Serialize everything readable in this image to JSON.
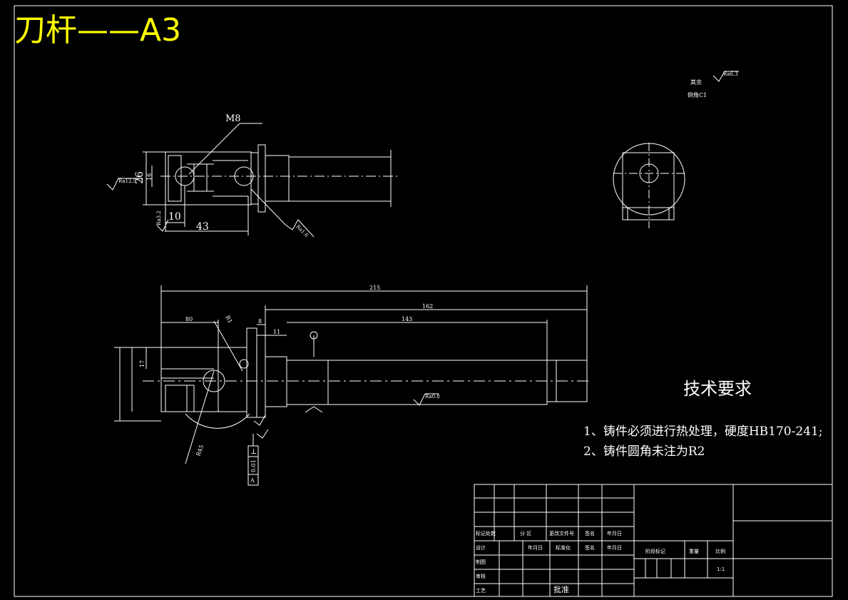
{
  "title": "刀杆——A3",
  "dims": {
    "m8": "M8",
    "d26": "26",
    "d16": "16",
    "d10": "10",
    "d43": "43",
    "d215": "215",
    "d162": "162",
    "d143": "143",
    "d80": "80",
    "d11": "11",
    "d8": "8",
    "d17": "17",
    "r45": "R45",
    "r1": "R1"
  },
  "roughness": {
    "r12_5": "Ra12.5",
    "r6_3": "Ra6.3",
    "r3_2": "Ra3.2",
    "r1_6": "Ra1.6",
    "r0_8": "Ra0.8"
  },
  "side_notes": {
    "others": "其余",
    "chamfer": "倒角C1"
  },
  "tolerance": {
    "symbol": "⊥",
    "value": "0.01",
    "datum": "A"
  },
  "tech": {
    "title": "技术要求",
    "items": [
      "1、铸件必须进行热处理，硬度HB170-241;",
      "2、铸件圆角未注为R2"
    ]
  },
  "title_block": {
    "mark_count": "标记处数",
    "partition": "分 区",
    "change_doc": "更改文件号",
    "signature": "签名",
    "date": "年月日",
    "design": "设计",
    "standardize": "标准化",
    "draw": "制图",
    "review": "审核",
    "process": "工艺",
    "approve": "批准",
    "stage_mark": "阶段标记",
    "weight": "重量",
    "scale": "比例",
    "scale_value": "1:1"
  }
}
